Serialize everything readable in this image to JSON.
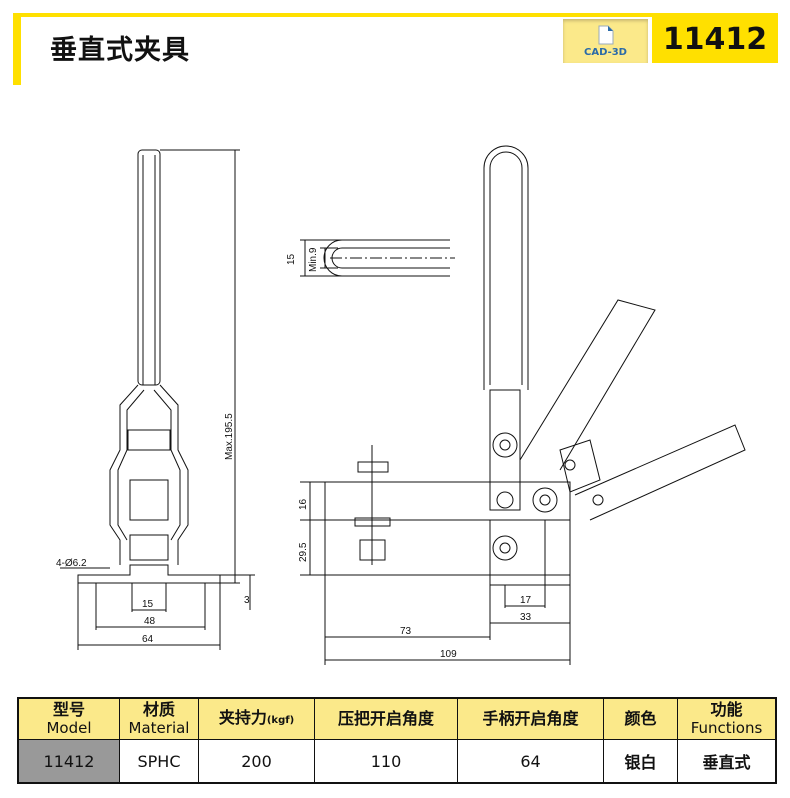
{
  "header": {
    "title": "垂直式夹具",
    "logo_label": "CAD-3D",
    "model_number": "11412"
  },
  "dimensions": {
    "hole": "4-Ø6.2",
    "d15": "15",
    "d48": "48",
    "d64": "64",
    "max": "Max.195.5",
    "d3": "3",
    "h15": "15",
    "min9": "Min.9",
    "h16": "16",
    "h29": "29.5",
    "d73": "73",
    "d109": "109",
    "d17": "17",
    "d33": "33"
  },
  "table": {
    "headers": [
      {
        "cn": "型号",
        "en": "Model"
      },
      {
        "cn": "材质",
        "en": "Material"
      },
      {
        "cn": "夹持力",
        "unit": "(kgf)"
      },
      {
        "cn": "压把开启角度"
      },
      {
        "cn": "手柄开启角度"
      },
      {
        "cn": "颜色"
      },
      {
        "cn": "功能",
        "en": "Functions"
      }
    ],
    "row": [
      "11412",
      "SPHC",
      "200",
      "110",
      "64",
      "银白",
      "垂直式"
    ]
  },
  "colors": {
    "accent": "#ffe000",
    "header_bg": "#fbe98a",
    "model_cell": "#999999"
  }
}
